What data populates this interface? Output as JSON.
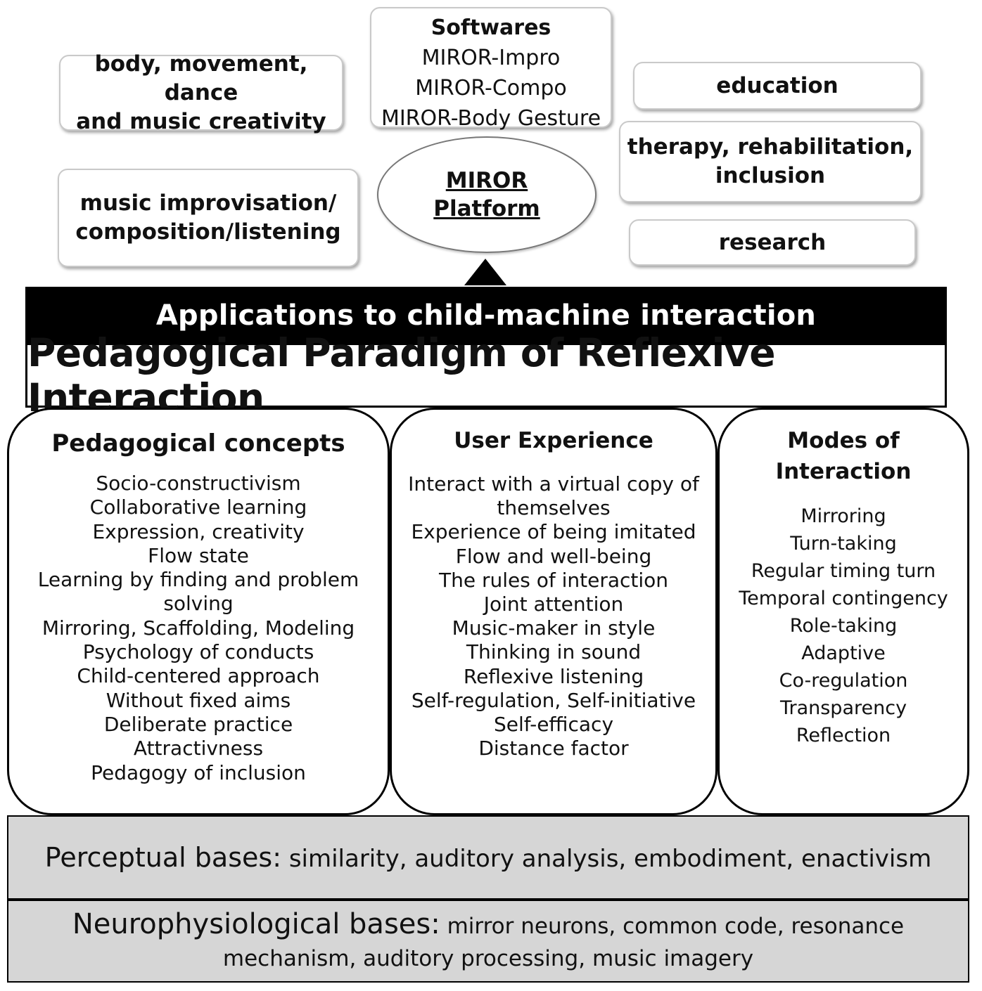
{
  "top_boxes": {
    "body_movement": {
      "line1": "body, movement, dance",
      "line2": "and music creativity"
    },
    "improvisation": {
      "line1": "music improvisation/",
      "line2": "composition/listening"
    },
    "softwares": {
      "title": "Softwares",
      "items": [
        "MIROR-Impro",
        "MIROR-Compo",
        "MIROR-Body Gesture"
      ]
    },
    "education": "education",
    "therapy": {
      "line1": "therapy, rehabilitation,",
      "line2": "inclusion"
    },
    "research": "research"
  },
  "platform": {
    "line1": "MIROR",
    "line2": "Platform"
  },
  "applications_label": "Applications to child-machine interaction",
  "paradigm_title": "Pedagogical Paradigm of Reflexive Interaction",
  "columns": {
    "pedagogical": {
      "title": "Pedagogical concepts",
      "items": [
        "Socio-constructivism",
        "Collaborative learning",
        "Expression, creativity",
        "Flow state",
        "Learning by finding and problem",
        "solving",
        "Mirroring, Scaffolding, Modeling",
        "Psychology of conducts",
        "Child-centered approach",
        "Without fixed aims",
        "Deliberate practice",
        "Attractivness",
        "Pedagogy of inclusion"
      ]
    },
    "user_experience": {
      "title": "User Experience",
      "items": [
        "Interact with a virtual copy of",
        "themselves",
        "Experience of being imitated",
        "Flow and well-being",
        "The rules of interaction",
        "Joint attention",
        "Music-maker in style",
        "Thinking in sound",
        "Reflexive listening",
        "Self-regulation, Self-initiative",
        "Self-efficacy",
        "Distance factor"
      ]
    },
    "modes": {
      "title_line1": "Modes of",
      "title_line2": "Interaction",
      "items": [
        "Mirroring",
        "Turn-taking",
        "Regular timing turn",
        "Temporal contingency",
        "Role-taking",
        "Adaptive",
        "Co-regulation",
        "Transparency",
        "Reflection"
      ]
    }
  },
  "bases": {
    "perceptual": {
      "label": "Perceptual bases:",
      "text": "similarity, auditory analysis, embodiment, enactivism"
    },
    "neuro": {
      "label": "Neurophysiological bases:",
      "text_line1": "mirror neurons, common code, resonance",
      "text_line2": "mechanism, auditory processing, music imagery"
    }
  }
}
